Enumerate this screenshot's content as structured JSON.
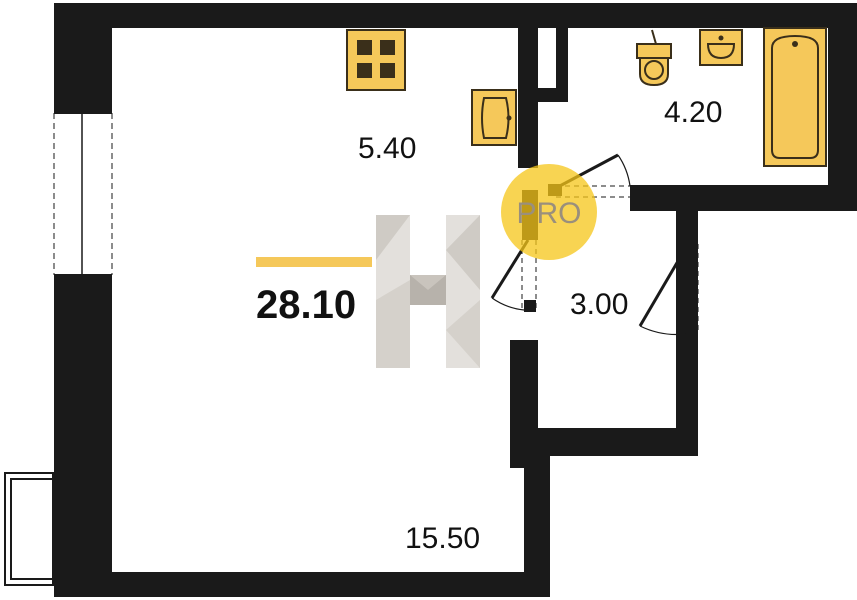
{
  "plan": {
    "total_area": "28.10",
    "rooms": {
      "kitchen_area": "5.40",
      "bathroom_area": "4.20",
      "hall_area": "3.00",
      "living_area": "15.50"
    },
    "watermark": {
      "pro_label": "PRO"
    },
    "colors": {
      "wall": "#1a1a1a",
      "fixture_fill": "#f5c85a",
      "fixture_stroke": "#3a2f1a",
      "accent_bar": "#f5c85a",
      "logo_light": "#e3e0dc",
      "logo_dark": "#b7b2ab",
      "pro_circle": "#f5c518"
    },
    "icons": [
      "stove-icon",
      "sink-icon",
      "toilet-icon",
      "washbasin-icon",
      "bathtub-icon",
      "door-icon",
      "window-icon",
      "balcony-icon",
      "brand-logo-icon"
    ]
  }
}
